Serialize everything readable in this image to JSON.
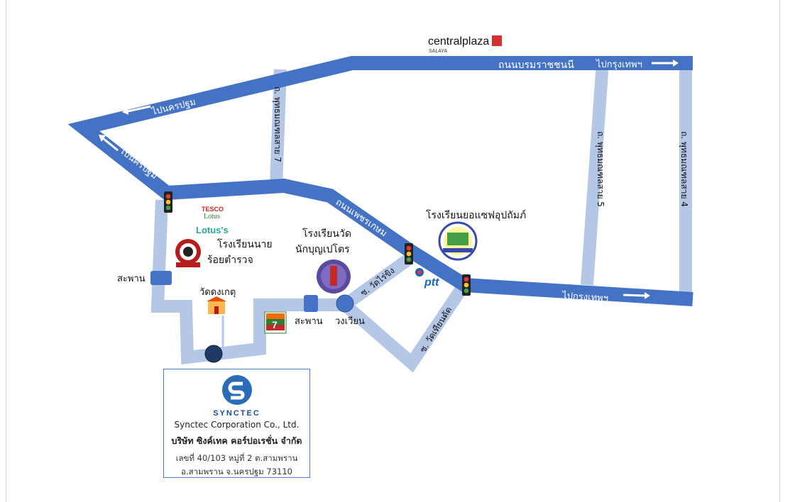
{
  "map": {
    "roads": {
      "boromratchachonnani": "ถนนบรมราชชนนี",
      "phetkasem": "ถนนเพชรเกษม",
      "phutthamonthon7": "ถ. พุทธมณฑลสาย 7",
      "phutthamonthon5": "ถ. พุทธมณฑลสาย 5",
      "phutthamonthon4": "ถ. พุทธมณฑลสาย 4",
      "soi_wat_raman": "ซ. วัดไร่ขิง",
      "soi_wat_tian_dat": "ซ. วัดเทียนดัด"
    },
    "directions": {
      "to_bangkok_top": "ไปกรุงเทพฯ",
      "to_bangkok_right": "ไปกรุงเทพฯ",
      "to_nakhonpathom_top": "ไปนครปฐม",
      "to_nakhonpathom_left": "ไปนครปฐม"
    },
    "landmarks": {
      "central_plaza": "centralplaza",
      "central_plaza_sub": "SALAYA",
      "tesco": "TESCO",
      "lotus": "Lotus",
      "lotuss": "Lotus's",
      "police_school": "โรงเรียนนายร้อยตำรวจ",
      "school_peter": "โรงเรียนวัดนักบุญเปโตร",
      "school_joseph": "โรงเรียนยอแซฟอุปถัมภ์",
      "ptt": "ptt",
      "wat_dongket": "วัดดงเกตุ",
      "seven_eleven": "7-ELEVEN",
      "bridge_left": "สะพาน",
      "bridge_mid": "สะพาน",
      "roundabout": "วงเวียน"
    },
    "colors": {
      "main_road": "#4472c4",
      "minor_road": "#b4c7e7",
      "marker_dark": "#1f3864",
      "marker_mid": "#4472c4"
    }
  },
  "company": {
    "brand": "SYNCTEC",
    "name_en": "Synctec Corporation Co., Ltd.",
    "name_th": "บริษัท ซิงค์เทค คอร์ปอเรชั่น จำกัด",
    "address_line1": "เลขที่ 40/103 หมู่ที่ 2 ต.สามพราน",
    "address_line2": "อ.สามพราน จ.นครปฐม 73110"
  }
}
